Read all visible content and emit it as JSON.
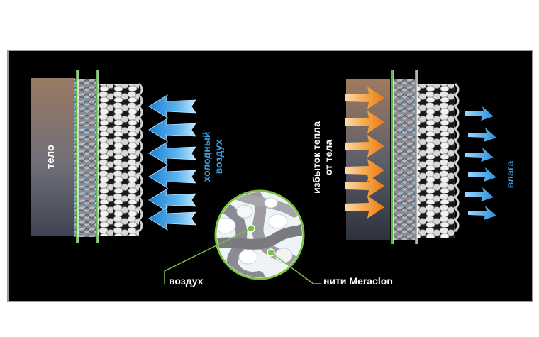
{
  "labels": {
    "body": "тело",
    "cold_air": [
      "холодный",
      "воздух"
    ],
    "excess_heat": [
      "избыток тепла",
      "от тела"
    ],
    "moisture": "влага",
    "air": "воздух",
    "fibers": "нити Meraclon"
  },
  "colors": {
    "background": "#000000",
    "frame": "#9a9a9a",
    "cold_arrow": "#3a9be0",
    "heat_arrow": "#f08a1c",
    "moisture_arrow": "#3a9be0",
    "callout_green": "#7cc242",
    "label_text": "#ffffff",
    "cold_text": "#3a9be0"
  },
  "icons": [
    "cold-air-arrow-icon",
    "heat-arrow-icon",
    "moisture-arrow-icon",
    "fabric-layer-icon",
    "fiber-magnifier-icon"
  ]
}
